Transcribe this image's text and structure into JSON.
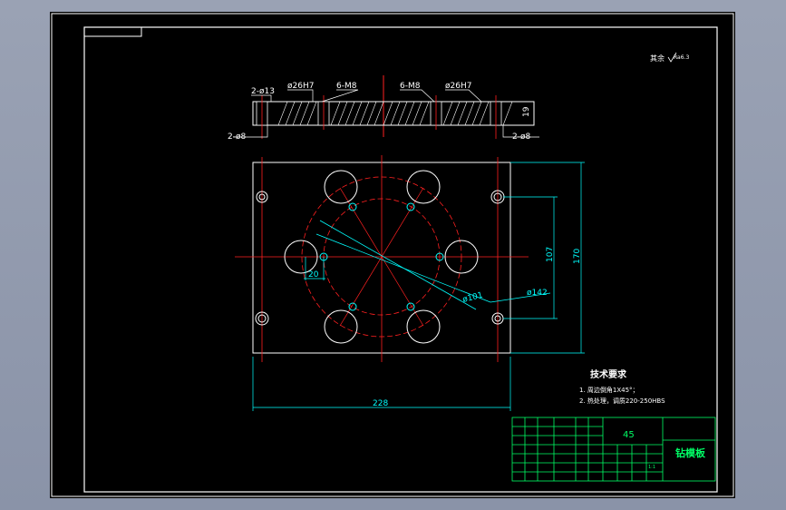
{
  "drawing": {
    "surface_roughness": "其余",
    "surface_value": "Ra6.3",
    "section_labels": {
      "left_hole_top": "2-ø13",
      "left_counterbore": "ø26H7",
      "left_thread": "6-M8",
      "right_thread": "6-M8",
      "right_counterbore": "ø26H7",
      "left_hole_bottom": "2-ø8",
      "right_hole_bottom": "2-ø8",
      "thickness": "19"
    },
    "plan_dims": {
      "width": "228",
      "height_outer": "170",
      "height_inner": "107",
      "offset": "20",
      "circle_small": "ø101",
      "circle_large": "ø142"
    },
    "tech_req": {
      "title": "技术要求",
      "item1": "1. 周边倒角1X45°；",
      "item2": "2. 热处理，调质220-250HBS"
    },
    "title_block": {
      "material": "45",
      "part_name": "钻模板",
      "scale_label": "1:1"
    }
  },
  "colors": {
    "line": "#ffffff",
    "center": "#ff2020",
    "dim": "#00ffff",
    "block": "#00ff66",
    "text": "#ffffff"
  }
}
